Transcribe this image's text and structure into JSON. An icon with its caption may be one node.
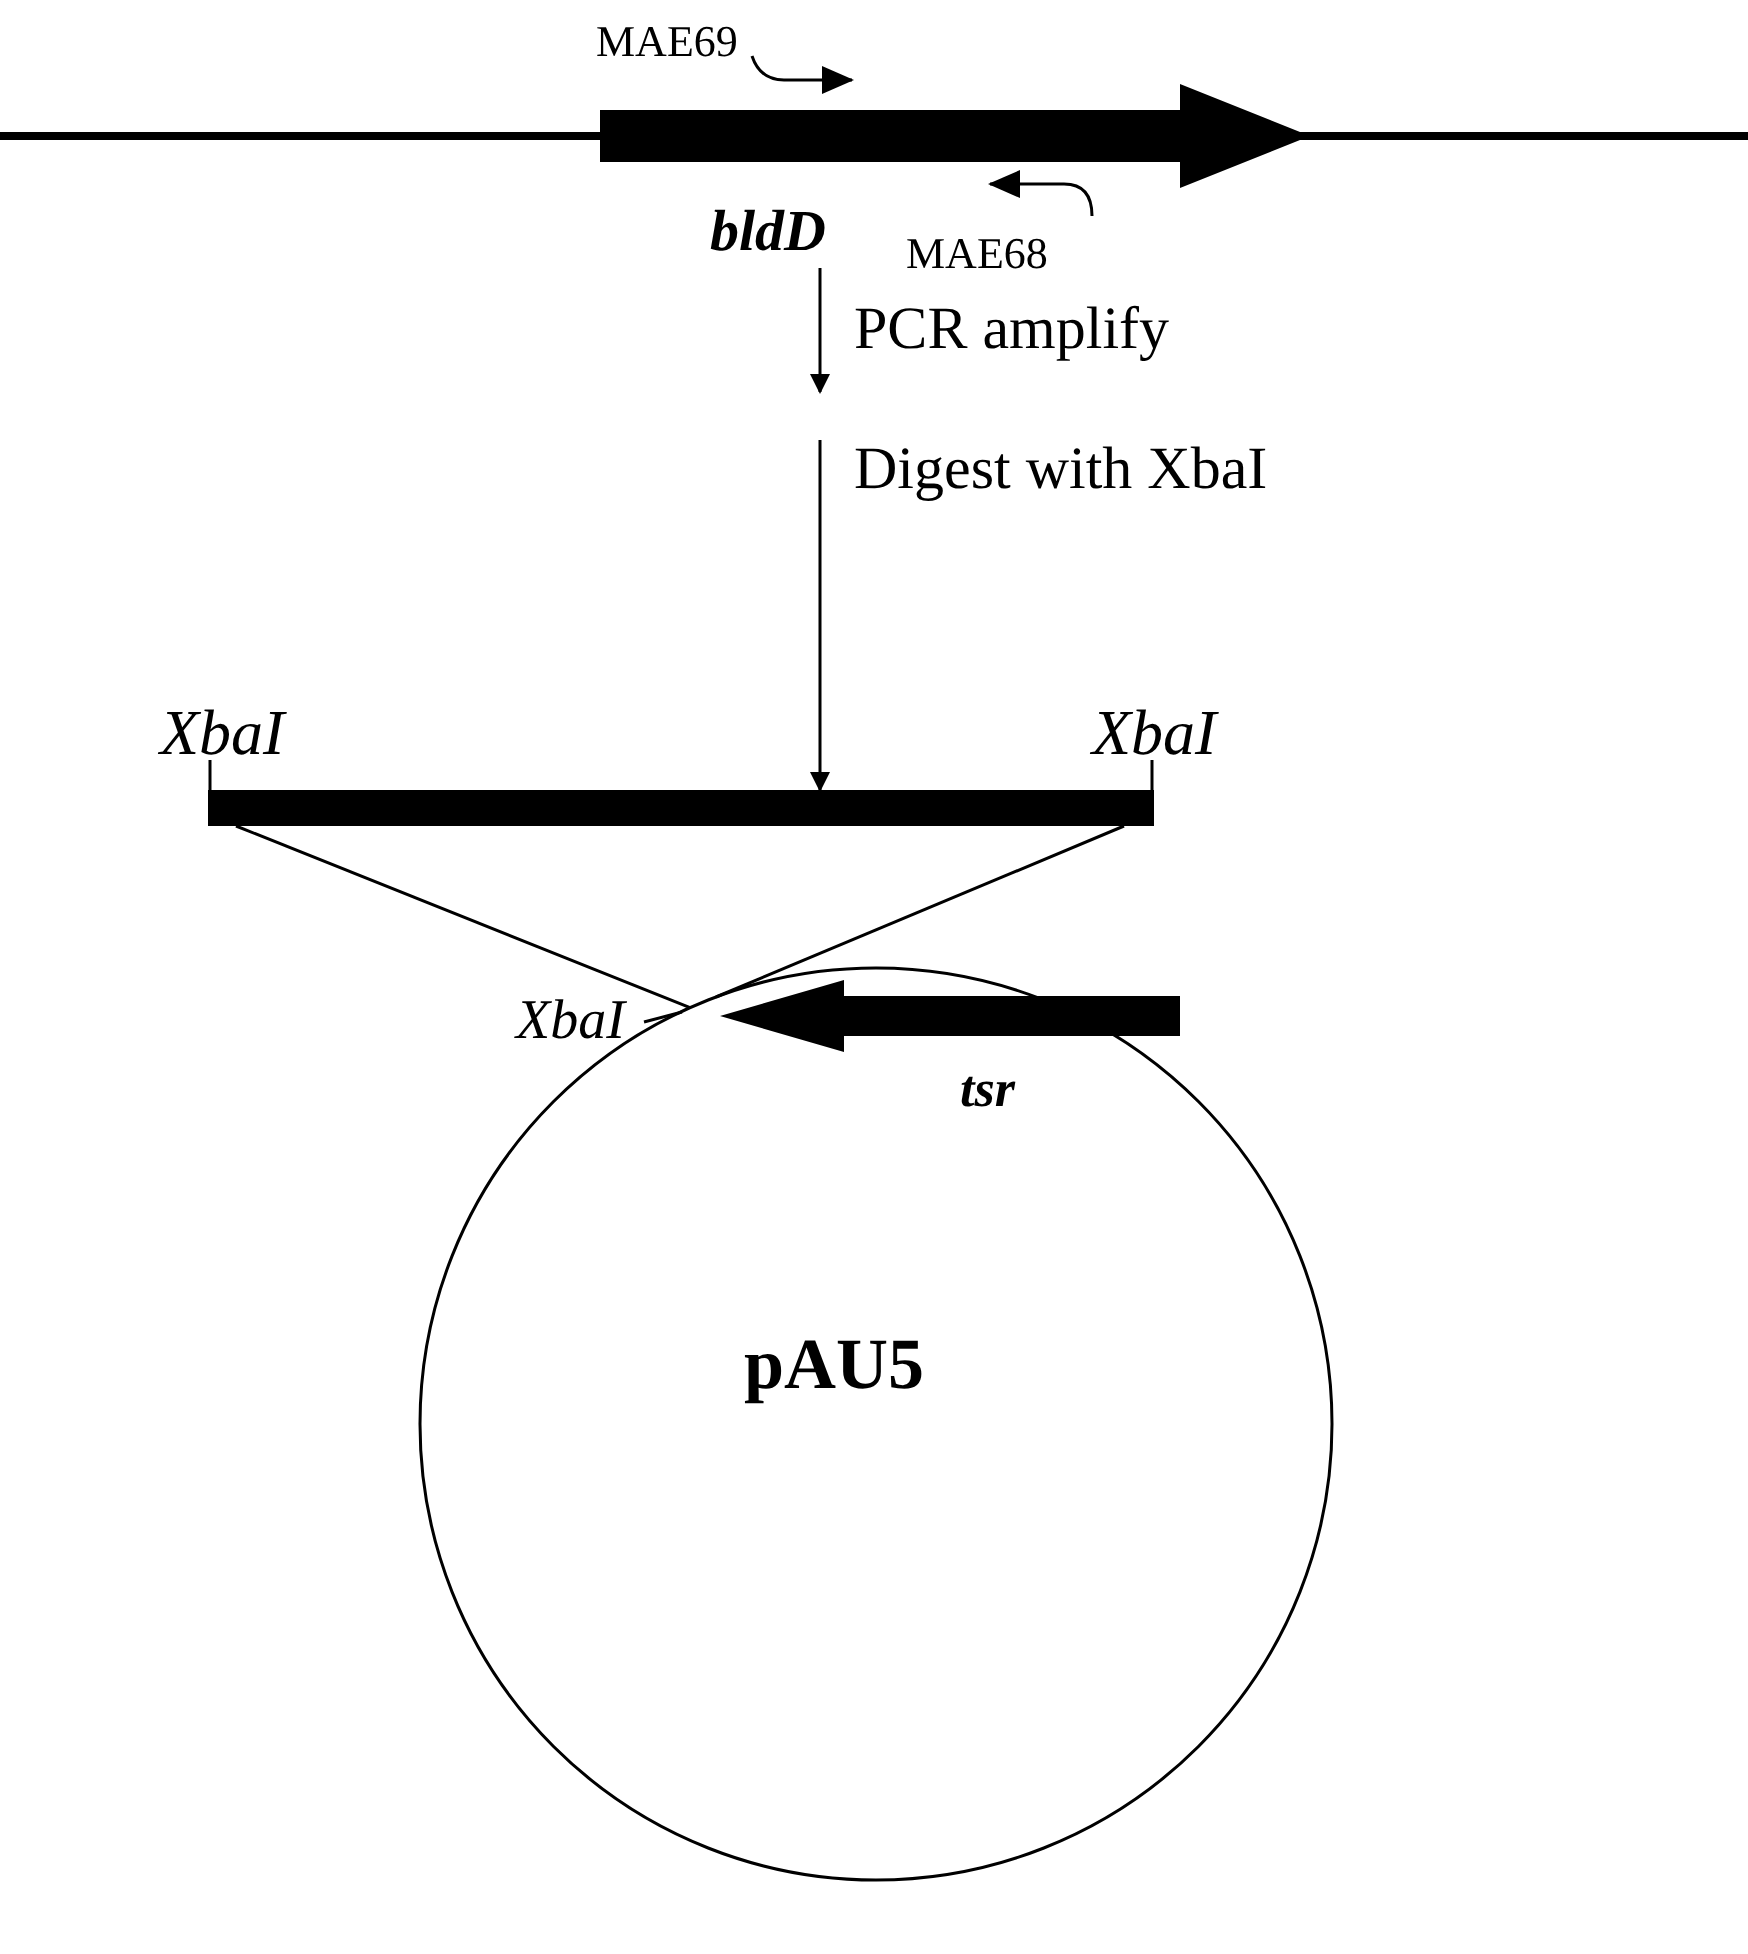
{
  "diagram": {
    "nodes": [
      {
        "text": [
          "bldD"
        ]
      },
      {
        "text": [],
        "shape": "bar"
      },
      {
        "text": [
          "pAU5"
        ]
      },
      {
        "text": [
          "tsr"
        ],
        "in": 2
      }
    ],
    "edges": [
      {
        "from": 0,
        "to": null,
        "arrow": "to",
        "label": "PCR amplify"
      },
      {
        "from": null,
        "to": 1,
        "arrow": "to",
        "label": "Digest with XbaI"
      },
      {
        "from": 1,
        "to": 2,
        "arrow": "none"
      },
      {
        "from": 1,
        "to": 2,
        "arrow": "none"
      }
    ],
    "labels": [
      "MAE69",
      "MAE68",
      "XbaI",
      "XbaI",
      "XbaI"
    ]
  }
}
